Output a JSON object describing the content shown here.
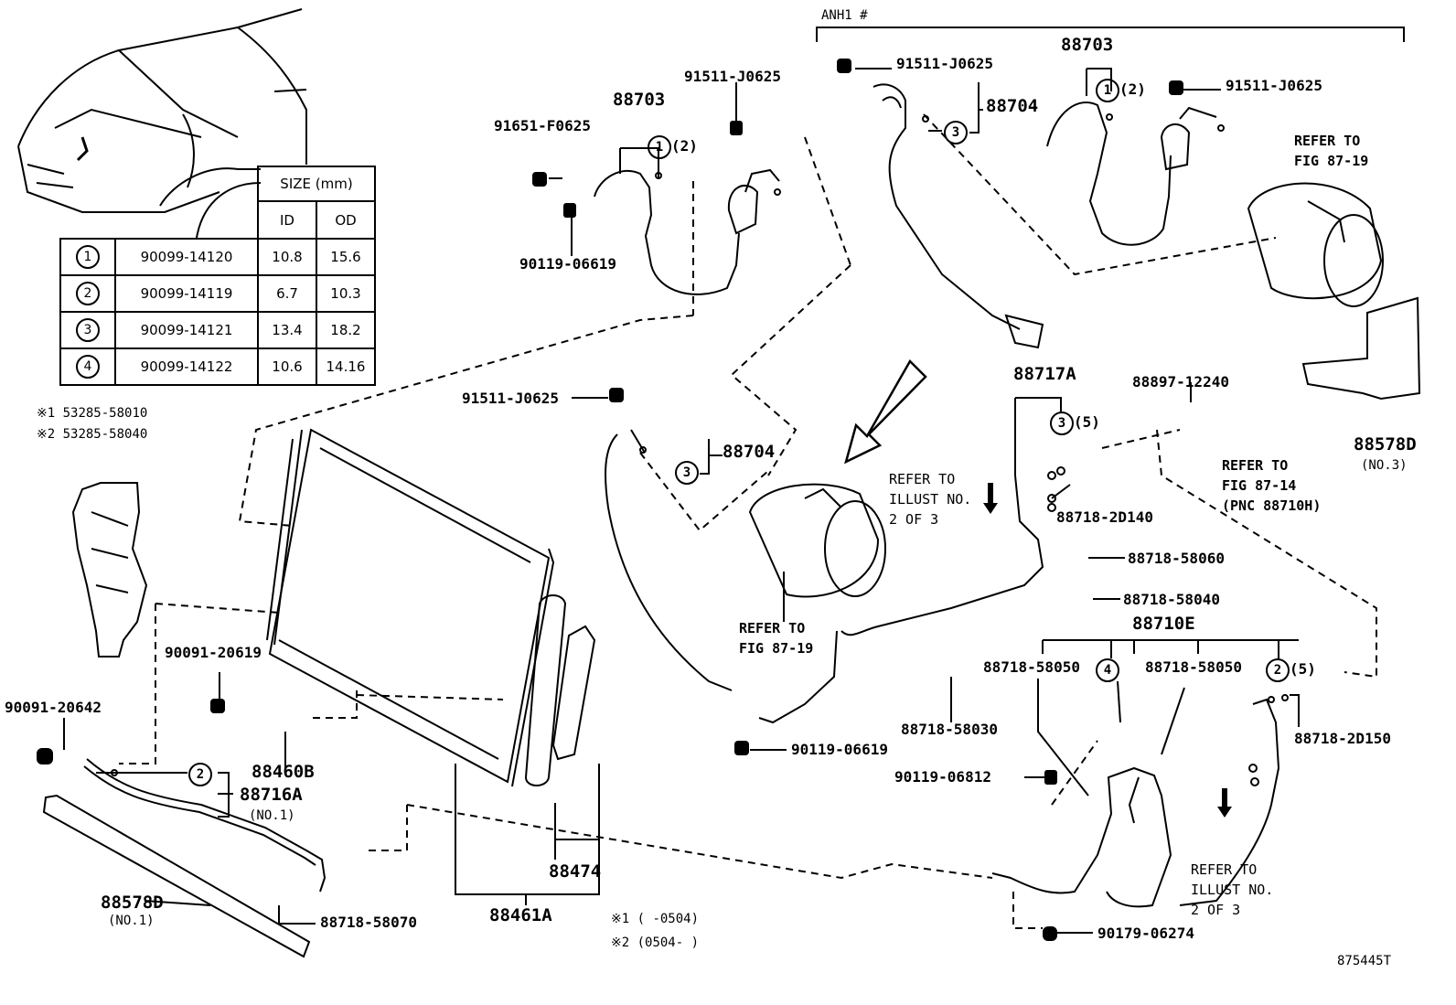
{
  "header": {
    "variant": "ANH1 #"
  },
  "footer": {
    "fig_code": "875445T"
  },
  "size_table": {
    "title": "SIZE (mm)",
    "columns": [
      "ID",
      "OD"
    ],
    "rows": [
      {
        "num": "1",
        "part": "90099-14120",
        "id": "10.8",
        "od": "15.6"
      },
      {
        "num": "2",
        "part": "90099-14119",
        "id": "6.7",
        "od": "10.3"
      },
      {
        "num": "3",
        "part": "90099-14121",
        "id": "13.4",
        "od": "18.2"
      },
      {
        "num": "4",
        "part": "90099-14122",
        "id": "10.6",
        "od": "14.16"
      }
    ]
  },
  "notes": {
    "n1": "※1 (      -0504)",
    "n2": "※2 (0504-      )",
    "bracket_a": "※1 53285-58010",
    "bracket_b": "※2 53285-58040"
  },
  "parts": {
    "p91651_F0625": "91651-F0625",
    "p88703_left": "88703",
    "p1_left": "1",
    "p1_left_qty": "(2)",
    "p91511_J0625_top": "91511-J0625",
    "p90119_06619_top": "90119-06619",
    "p91511_J0625_anh1": "91511-J0625",
    "p88703_right": "88703",
    "p1_right": "1",
    "p1_right_qty": "(2)",
    "p91511_J0625_right": "91511-J0625",
    "p3_anh1": "3",
    "p88704_anh1": "88704",
    "p91511_J0625_mid": "91511-J0625",
    "p3_mid": "3",
    "p88704_mid": "88704",
    "p88717A": "88717A",
    "p3_88717": "3",
    "p3_88717_qty": "(5)",
    "p88897_12240": "88897-12240",
    "p88578D_no3": "88578D",
    "p88578D_no3_sub": "(NO.3)",
    "p88718_2D140": "88718-2D140",
    "p88718_58060": "88718-58060",
    "p88718_58040": "88718-58040",
    "p88710E": "88710E",
    "p88718_58050_a": "88718-58050",
    "p4": "4",
    "p88718_58050_b": "88718-58050",
    "p2_right": "2",
    "p2_right_qty": "(5)",
    "p88718_2D150": "88718-2D150",
    "p88718_58030": "88718-58030",
    "p90119_06619_bottom": "90119-06619",
    "p90119_06812": "90119-06812",
    "p90179_06274": "90179-06274",
    "p90091_20619": "90091-20619",
    "p90091_20642": "90091-20642",
    "p88460B": "88460B",
    "p2_left": "2",
    "p88716A": "88716A",
    "p88716A_sub": "(NO.1)",
    "p88578D_no1": "88578D",
    "p88578D_no1_sub": "(NO.1)",
    "p88718_58070": "88718-58070",
    "p88461A": "88461A",
    "p88474": "88474"
  },
  "refs": {
    "fig_87_19_top": "REFER TO\nFIG 87-19",
    "fig_87_19_comp": "REFER TO\nFIG 87-19",
    "fig_87_14": "REFER TO\nFIG 87-14\n(PNC 88710H)",
    "illust_a": "REFER TO\nILLUST NO.\n2 OF 3",
    "illust_b": "REFER TO\nILLUST NO.\n2 OF 3"
  }
}
